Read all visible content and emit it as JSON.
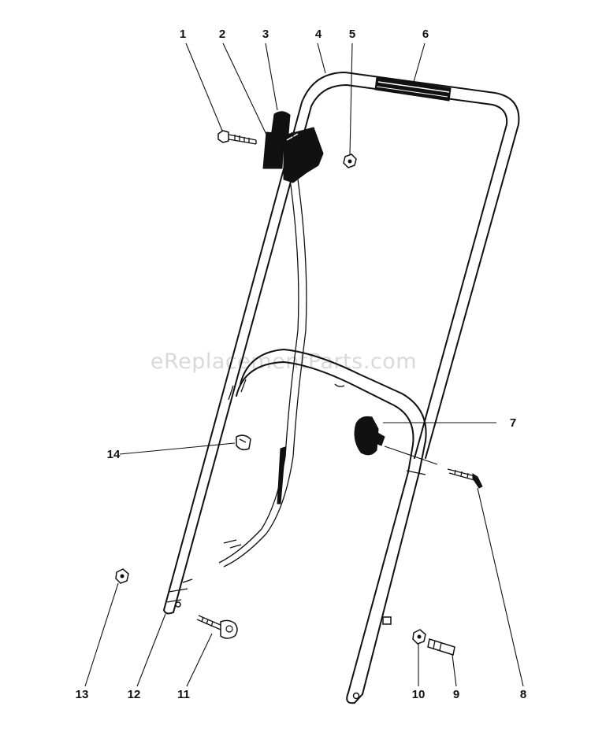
{
  "watermark": "eReplacementParts.com",
  "callouts": {
    "p1": "1",
    "p2": "2",
    "p3": "3",
    "p4": "4",
    "p5": "5",
    "p6": "6",
    "p7": "7",
    "p8": "8",
    "p9": "9",
    "p10": "10",
    "p11": "11",
    "p12": "12",
    "p13": "13",
    "p14": "14"
  }
}
